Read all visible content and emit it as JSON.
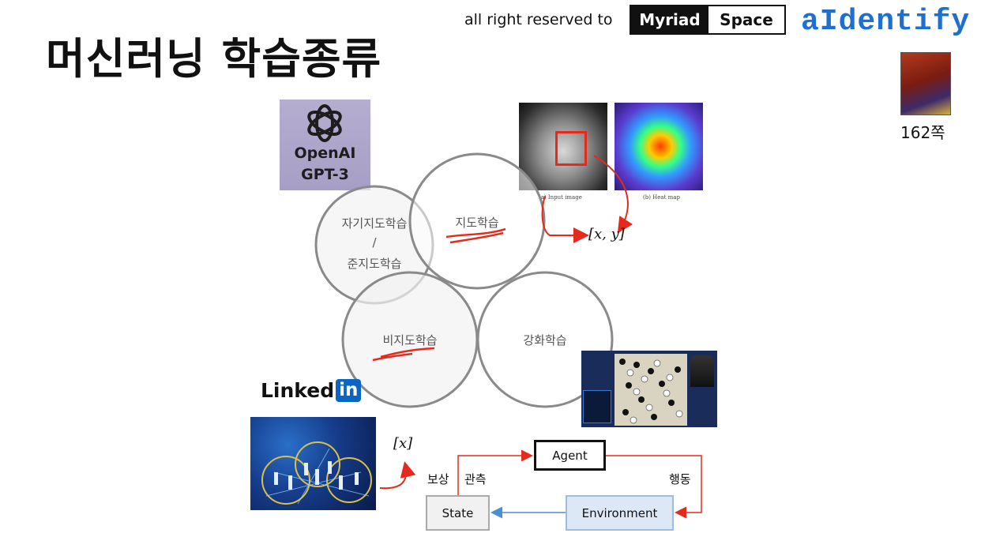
{
  "title": "머신러닝 학습종류",
  "credit": {
    "text": "all right reserved to",
    "myriad_left": "Myriad",
    "myriad_right": "Space",
    "aidentify": "aIdentify"
  },
  "book": {
    "page": "162쪽"
  },
  "openai": {
    "name": "OpenAI",
    "model": "GPT-3"
  },
  "circles": {
    "self_supervised": "자기지도학습",
    "slash": "/",
    "semi_supervised": "준지도학습",
    "supervised": "지도학습",
    "unsupervised": "비지도학습",
    "reinforcement": "강화학습"
  },
  "xray": {
    "input_caption": "(a) Input image",
    "heat_caption": "(b) Heat map"
  },
  "math": {
    "supervised_output": "[x, y]",
    "unsupervised_output": "[x]"
  },
  "linkedin": {
    "word": "Linked",
    "in": "in"
  },
  "rl": {
    "agent": "Agent",
    "state": "State",
    "environment": "Environment",
    "reward": "보상",
    "observation": "관측",
    "action": "행동"
  },
  "colors": {
    "accent_red": "#e52a1c",
    "circle_stroke": "#8a8a8a",
    "env_blue": "#dde8f7",
    "linkedin_blue": "#0a66c2"
  }
}
